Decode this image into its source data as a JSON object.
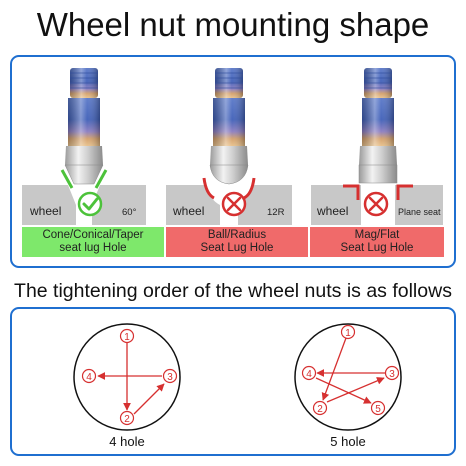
{
  "title": "Wheel nut mounting shape",
  "subtitle": "The tightening order of the wheel nuts is as follows",
  "nuts": [
    {
      "wheel_label": "wheel",
      "angle_label": "60°",
      "caption_line1": "Cone/Conical/Taper",
      "caption_line2": "seat lug Hole",
      "status": "correct",
      "status_color": "#7ee86b"
    },
    {
      "wheel_label": "wheel",
      "angle_label": "12R",
      "caption_line1": "Ball/Radius",
      "caption_line2": "Seat Lug Hole",
      "status": "wrong",
      "status_color": "#f06a6a"
    },
    {
      "wheel_label": "wheel",
      "angle_label": "Plane seat",
      "caption_line1": "Mag/Flat",
      "caption_line2": "Seat Lug Hole",
      "status": "wrong",
      "status_color": "#f06a6a"
    }
  ],
  "patterns": [
    {
      "label": "4 hole",
      "sequence": [
        "1",
        "2",
        "3",
        "4"
      ]
    },
    {
      "label": "5 hole",
      "sequence": [
        "1",
        "2",
        "3",
        "4",
        "5"
      ]
    }
  ],
  "colors": {
    "border": "#1f6fd0",
    "arrow": "#d63030",
    "check": "#4cc23a",
    "cross": "#d63030"
  }
}
